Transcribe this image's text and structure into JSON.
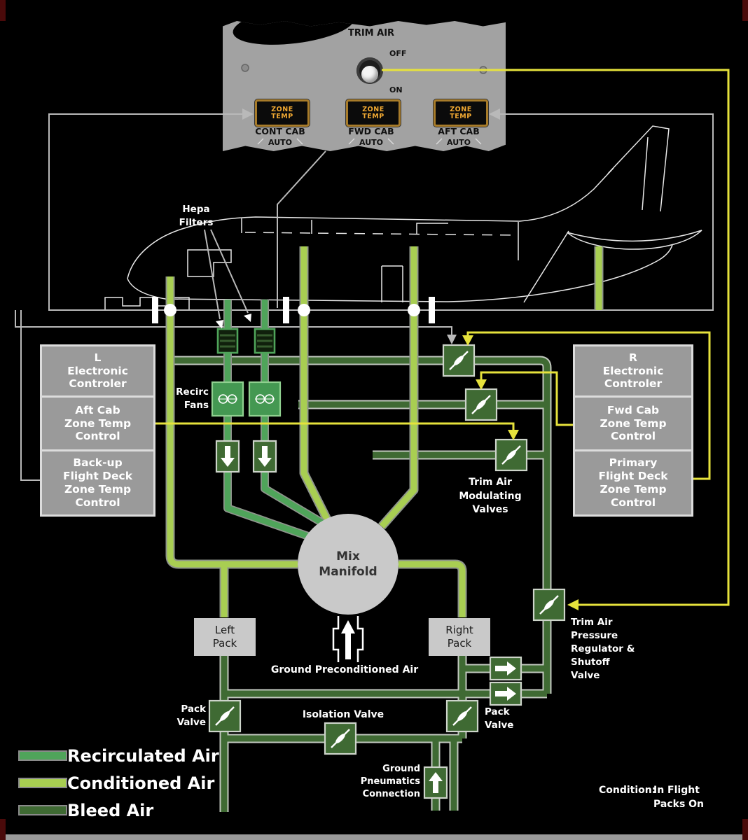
{
  "panel": {
    "title": "TRIM AIR",
    "switch": {
      "off": "OFF",
      "on": "ON"
    },
    "annunciators": [
      {
        "l1": "ZONE",
        "l2": "TEMP",
        "cab": "CONT CAB",
        "mode": "AUTO"
      },
      {
        "l1": "ZONE",
        "l2": "TEMP",
        "cab": "FWD CAB",
        "mode": "AUTO"
      },
      {
        "l1": "ZONE",
        "l2": "TEMP",
        "cab": "AFT CAB",
        "mode": "AUTO"
      }
    ]
  },
  "controllers": {
    "left": {
      "s1": [
        "L",
        "Electronic",
        "Controler"
      ],
      "s2": [
        "Aft Cab",
        "Zone Temp",
        "Control"
      ],
      "s3": [
        "Back-up",
        "Flight Deck",
        "Zone Temp",
        "Control"
      ]
    },
    "right": {
      "s1": [
        "R",
        "Electronic",
        "Controler"
      ],
      "s2": [
        "Fwd Cab",
        "Zone Temp",
        "Control"
      ],
      "s3": [
        "Primary",
        "Flight Deck",
        "Zone Temp",
        "Control"
      ]
    }
  },
  "labels": {
    "hepa": [
      "Hepa",
      "Filters"
    ],
    "recirc_fans": [
      "Recirc",
      "Fans"
    ],
    "trim_mod": [
      "Trim Air",
      "Modulating",
      "Valves"
    ],
    "mix": [
      "Mix",
      "Manifold"
    ],
    "left_pack": [
      "Left",
      "Pack"
    ],
    "right_pack": [
      "Right",
      "Pack"
    ],
    "ground_precond": "Ground Preconditioned Air",
    "regulator": [
      "Trim Air",
      "Pressure",
      "Regulator &",
      "Shutoff",
      "Valve"
    ],
    "pack_valve": [
      "Pack",
      "Valve"
    ],
    "isolation": "Isolation Valve",
    "ground_pneu": [
      "Ground",
      "Pneumatics",
      "Connection"
    ]
  },
  "legend": [
    {
      "label": "Recirculated Air",
      "color": "#4fa45a"
    },
    {
      "label": "Conditioned Air",
      "color": "#a8ce52"
    },
    {
      "label": "Bleed Air",
      "color": "#3f6a33"
    }
  ],
  "condition": {
    "label": "Condition:",
    "value": [
      "In Flight",
      "Packs On"
    ]
  },
  "colors": {
    "recirculated": "#4fa45a",
    "conditioned": "#a8ce52",
    "bleed": "#3f6a33",
    "control_wire_yellow": "#e6e23c",
    "sensor_wire_gray": "#b9b9b9",
    "annunciator_amber": "#f0a832"
  }
}
